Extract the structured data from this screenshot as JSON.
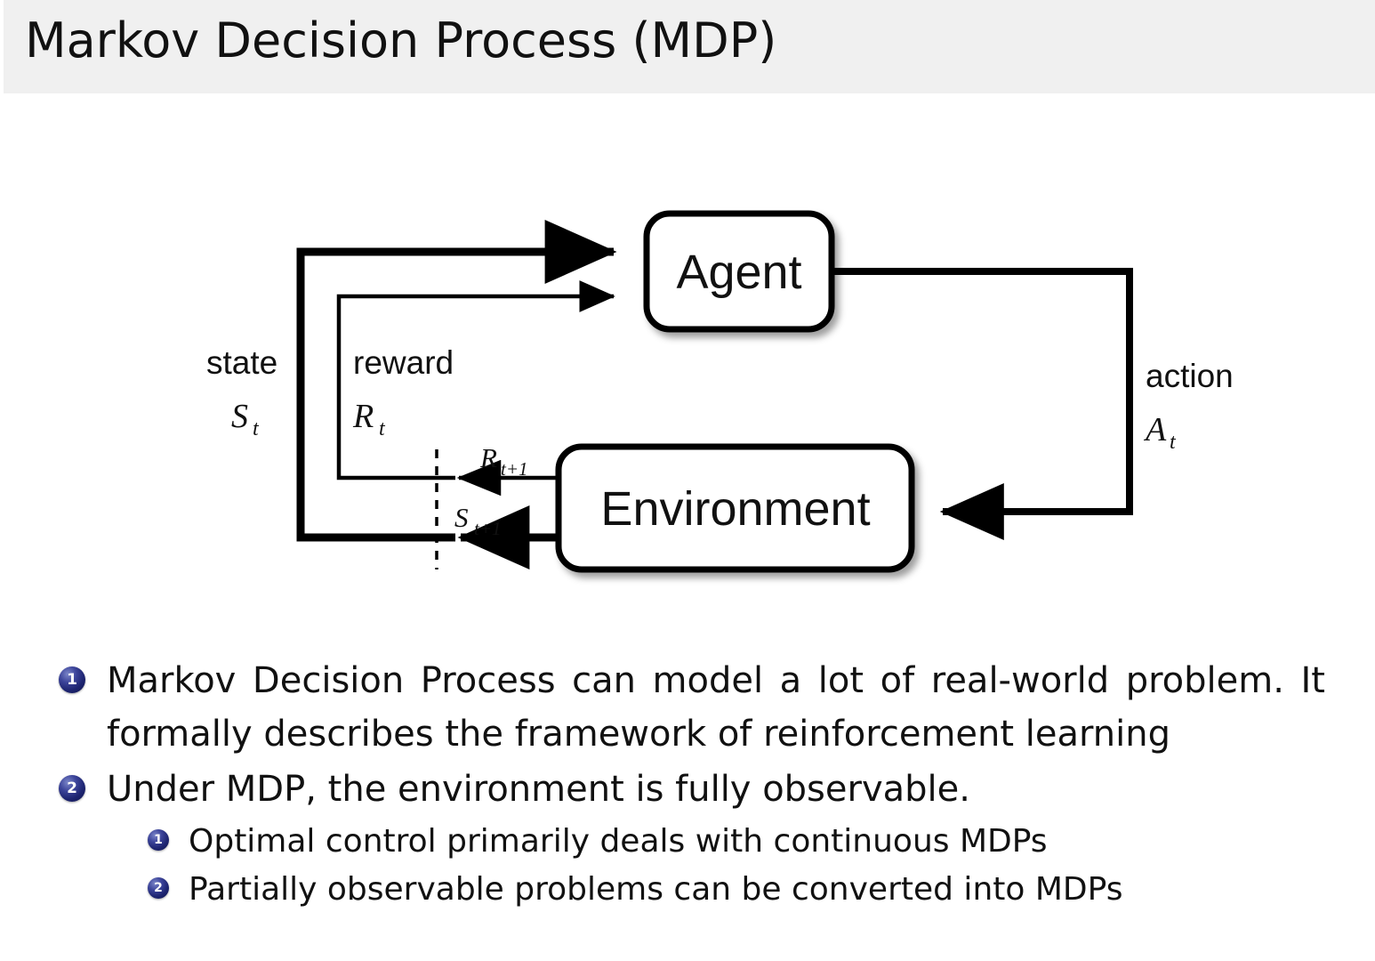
{
  "header": {
    "title": "Markov Decision Process (MDP)",
    "background_color": "#f0f0f0",
    "accent_color": "#ffffff"
  },
  "diagram": {
    "name": "agent-environment-interaction-loop",
    "nodes": [
      {
        "id": "agent",
        "label": "Agent"
      },
      {
        "id": "environment",
        "label": "Environment"
      }
    ],
    "edge_labels": {
      "state_word": "state",
      "state_symbol": "S",
      "state_symbol_sub": "t",
      "reward_word": "reward",
      "reward_symbol": "R",
      "reward_symbol_sub": "t",
      "action_word": "action",
      "action_symbol": "A",
      "action_symbol_sub": "t",
      "next_reward_symbol": "R",
      "next_reward_sub": "t+1",
      "next_state_symbol": "S",
      "next_state_sub": "t+1"
    },
    "line_color": "#000000"
  },
  "bullets": {
    "marker_color": "#1d2470",
    "items": [
      {
        "number": "1",
        "level": 1,
        "text": "Markov Decision Process can model a lot of real-world problem. It formally describes the framework of reinforcement learning"
      },
      {
        "number": "2",
        "level": 1,
        "text": "Under MDP, the environment is fully observable."
      },
      {
        "number": "1",
        "level": 2,
        "text": "Optimal control primarily deals with continuous MDPs"
      },
      {
        "number": "2",
        "level": 2,
        "text": "Partially observable problems can be converted into MDPs"
      }
    ]
  }
}
